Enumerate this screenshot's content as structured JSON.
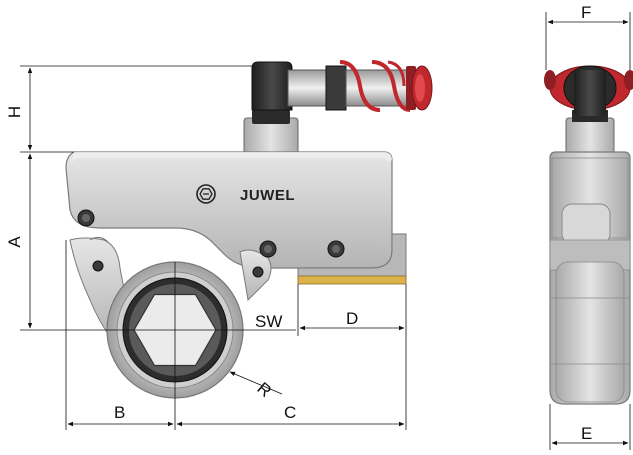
{
  "brand": {
    "logo_icon": "hexagon-bolt-logo-icon",
    "name": "JUWEL"
  },
  "dimensions": {
    "h": "H",
    "a": "A",
    "sw": "SW",
    "d": "D",
    "r": "R",
    "b": "B",
    "c": "C",
    "f": "F",
    "e": "E"
  },
  "colors": {
    "body_metal": "#cfcfcf",
    "body_edge": "#8a8a8a",
    "dark_part": "#2b2b2b",
    "connector_red": "#c0282d",
    "accent_yellow": "#d9b34a",
    "dimension_line": "#111111"
  }
}
